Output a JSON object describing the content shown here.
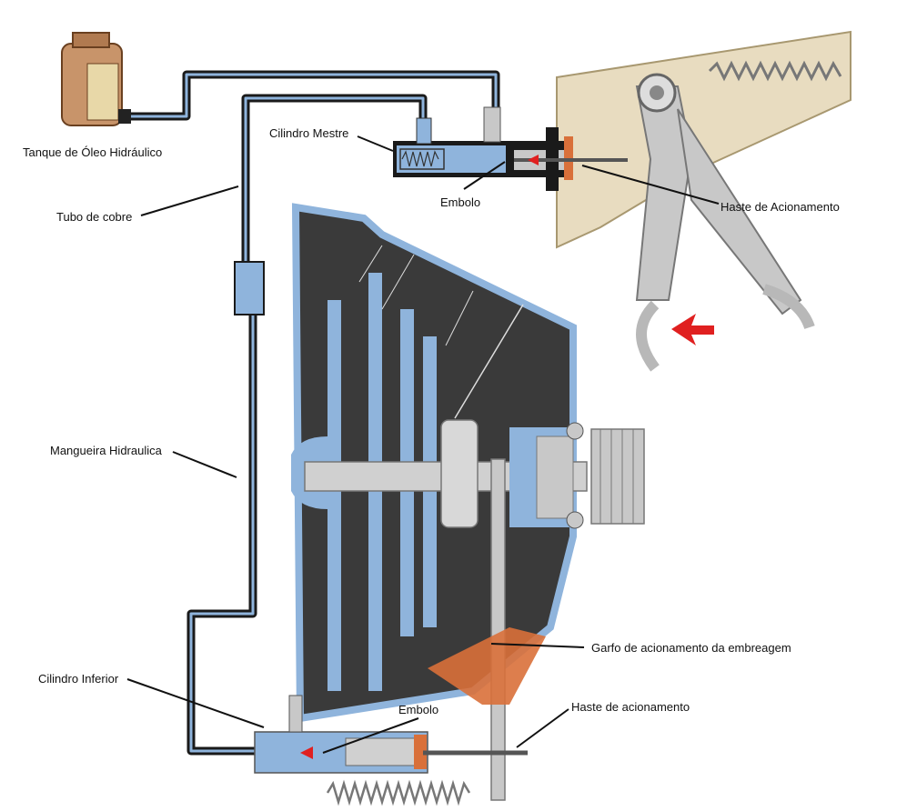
{
  "labels": {
    "tank": "Tanque de Óleo Hidráulico",
    "master_cylinder": "Cilindro Mestre",
    "piston_top": "Embolo",
    "actuating_rod_top": "Haste de Acionamento",
    "copper_tube": "Tubo de cobre",
    "hydraulic_hose": "Mangueira Hidraulica",
    "clutch_fork": "Garfo de acionamento da embreagem",
    "lower_cylinder": "Cilindro Inferior",
    "piston_bottom": "Embolo",
    "actuating_rod_bottom": "Haste de acionamento"
  },
  "colors": {
    "hydraulic_fluid": "#8fb4dc",
    "housing_dark": "#3a3a3a",
    "pedal_bracket": "#e8dcc0",
    "metal": "#c8c8c8",
    "tank_copper": "#c8946a",
    "fork_orange": "#d9703a",
    "arrow_red": "#e02020",
    "label_text": "#111111"
  }
}
